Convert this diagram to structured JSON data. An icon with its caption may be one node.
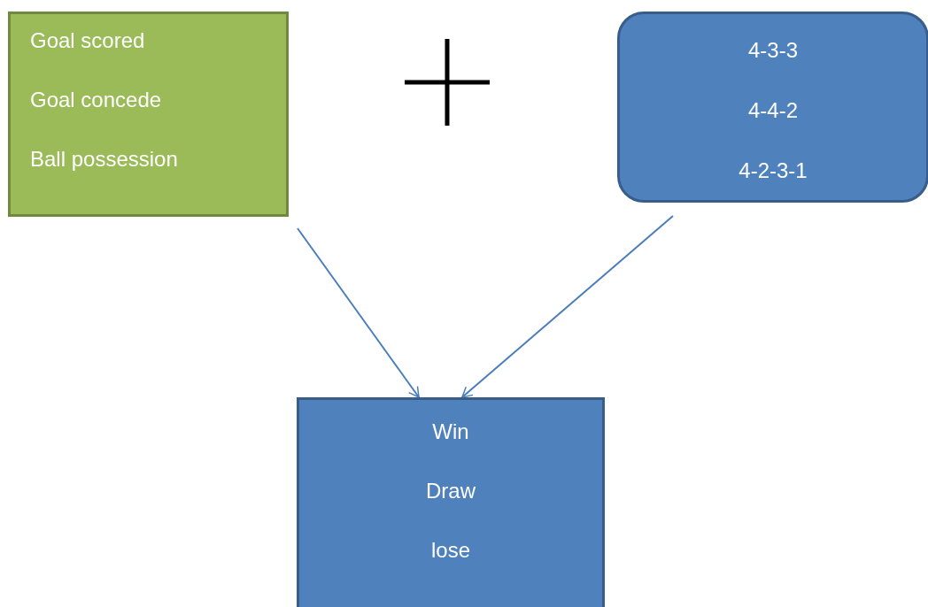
{
  "diagram": {
    "nodes": [
      {
        "text": [
          "Goal scored",
          "Goal concede",
          "Ball possession"
        ]
      },
      {
        "text": [
          "4-3-3",
          "4-4-2",
          "4-2-3-1"
        ]
      },
      {
        "text": [
          "Win",
          "Draw",
          "lose"
        ]
      }
    ],
    "edges": [
      {
        "from": 0,
        "to": 2,
        "arrow": "to"
      },
      {
        "from": 1,
        "to": 2,
        "arrow": "to"
      }
    ]
  }
}
